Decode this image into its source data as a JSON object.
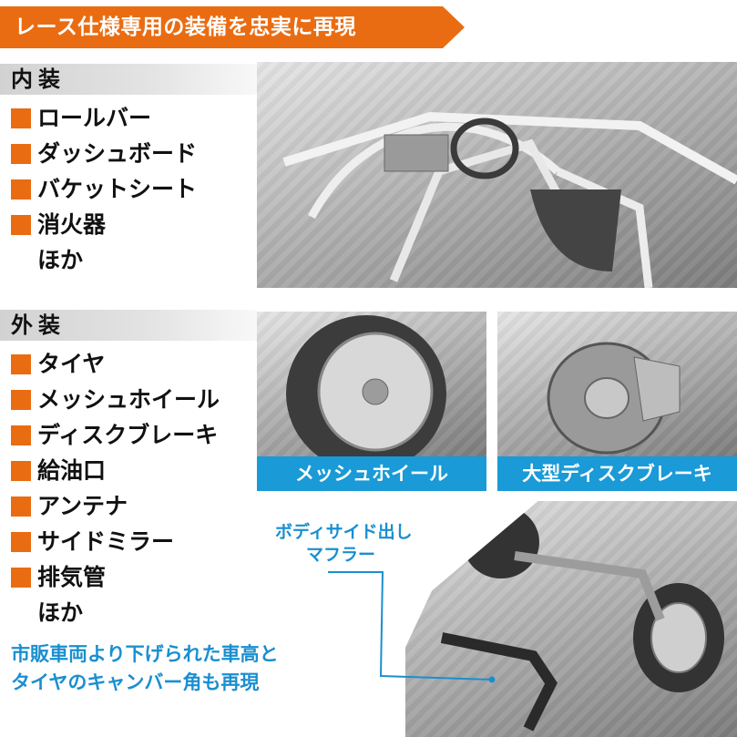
{
  "banner": {
    "title": "レース仕様専用の装備を忠実に再現"
  },
  "interior": {
    "heading": "内装",
    "items": [
      "ロールバー",
      "ダッシュボード",
      "バケットシート",
      "消火器"
    ],
    "etc": "ほか"
  },
  "exterior": {
    "heading": "外装",
    "items": [
      "タイヤ",
      "メッシュホイール",
      "ディスクブレーキ",
      "給油口",
      "アンテナ",
      "サイドミラー",
      "排気管"
    ],
    "etc": "ほか"
  },
  "captions": {
    "wheel": "メッシュホイール",
    "brake": "大型ディスクブレーキ"
  },
  "callout": {
    "line1": "ボディサイド出し",
    "line2": "マフラー"
  },
  "footer_note": {
    "line1": "市販車両より下げられた車高と",
    "line2": "タイヤのキャンバー角も再現"
  },
  "colors": {
    "accent_orange": "#ea6c12",
    "caption_blue": "#1a9ad6",
    "note_blue": "#1a8fd0",
    "heading_gray": "#d2d2d2"
  }
}
